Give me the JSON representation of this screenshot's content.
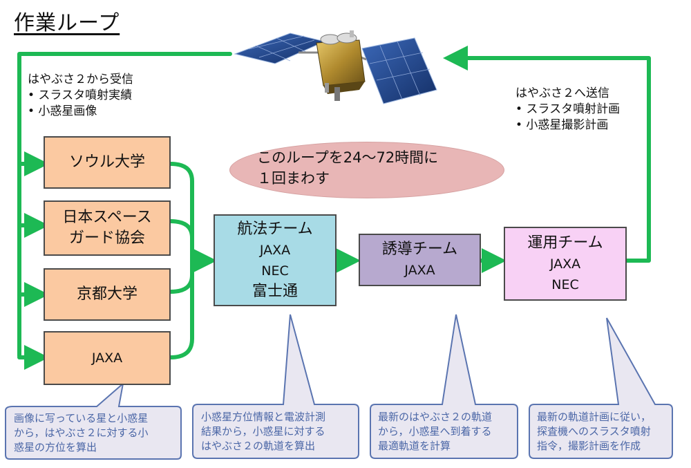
{
  "title": "作業ループ",
  "receive_note": "はやぶさ２から受信\n• スラスタ噴射実績\n• 小惑星画像",
  "send_note": "はやぶさ２へ送信\n• スラスタ噴射計画\n• 小惑星撮影計画",
  "loop_note": "このループを24〜72時間に\n１回まわす",
  "sources": [
    {
      "label": "ソウル大学"
    },
    {
      "label": "日本スペース\nガード協会"
    },
    {
      "label": "京都大学"
    },
    {
      "label": "JAXA"
    }
  ],
  "navigation_team": {
    "title": "航法チーム",
    "members": [
      "JAXA",
      "NEC",
      "富士通"
    ]
  },
  "guidance_team": {
    "title": "誘導チーム",
    "members": [
      "JAXA"
    ]
  },
  "operations_team": {
    "title": "運用チーム",
    "members": [
      "JAXA",
      "NEC"
    ]
  },
  "callouts": [
    "画像に写っている星と小惑星\nから，はやぶさ２に対する小\n惑星の方位を算出",
    "小惑星方位情報と電波計測\n結果から，小惑星に対する\nはやぶさ２の軌道を算出",
    "最新のはやぶさ２の軌道\nから，小惑星へ到着する\n最適軌道を計算",
    "最新の軌道計画に従い，\n探査機へのスラスタ噴射\n指令，撮影計画を作成"
  ],
  "colors": {
    "arrow": "#1db954",
    "source_box": "#fbc9a1",
    "navigation_box": "#a8dbe6",
    "guidance_box": "#b7a9cf",
    "operations_box": "#f8d1f5",
    "loop_ellipse": "#e8b6b6",
    "callout_fill": "#e9e7f1",
    "callout_text": "#4a66a6"
  },
  "icons": [
    "hayabusa2-spacecraft-icon"
  ]
}
